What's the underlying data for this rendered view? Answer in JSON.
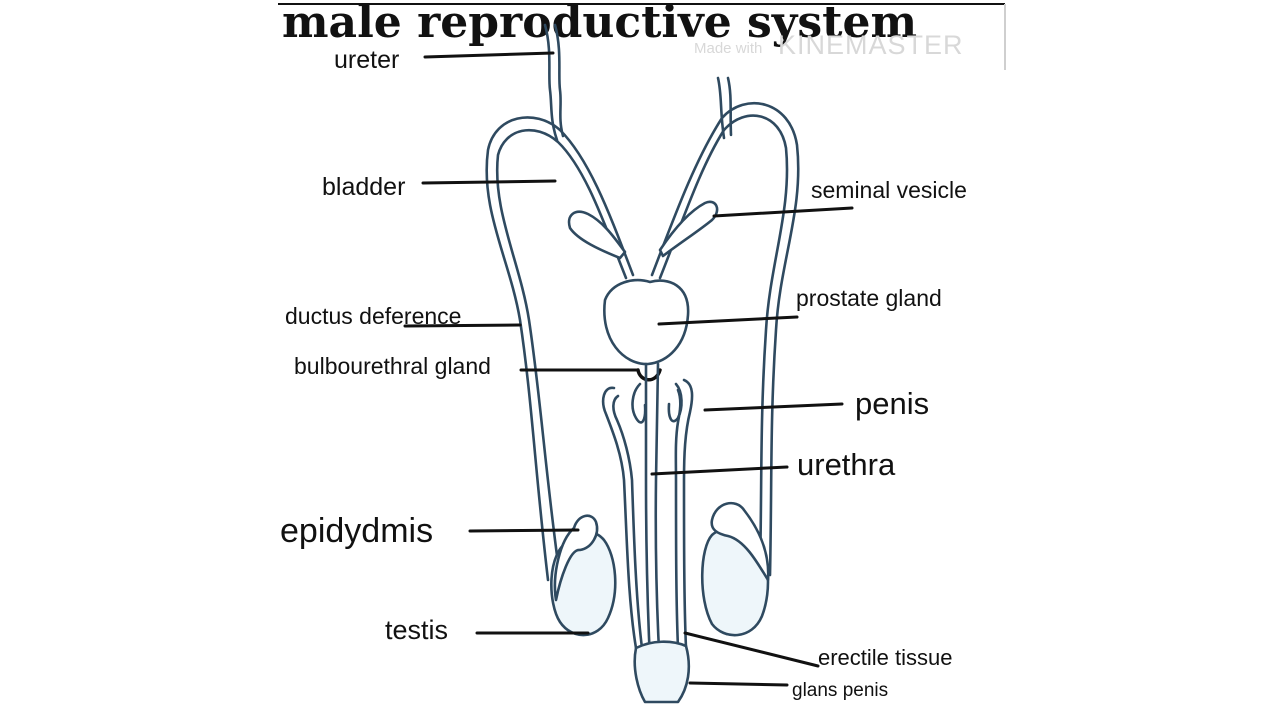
{
  "title": "male reproductive system",
  "watermark": {
    "prefix": "Made with",
    "brand": "KINEMASTER"
  },
  "labels": {
    "ureter": "ureter",
    "bladder": "bladder",
    "seminal_vesicle": "seminal vesicle",
    "ductus_deference": "ductus deference",
    "prostate_gland": "prostate gland",
    "bulbourethral_gland": "bulbourethral gland",
    "penis": "penis",
    "urethra": "urethra",
    "epidydmis": "epidydmis",
    "testis": "testis",
    "erectile_tissue": "erectile tissue",
    "glans_penis": "glans penis"
  },
  "colors": {
    "outline": "#2f4a60",
    "tissue_fill": "#eef6fa",
    "leader_line": "#111111",
    "text": "#111111"
  }
}
